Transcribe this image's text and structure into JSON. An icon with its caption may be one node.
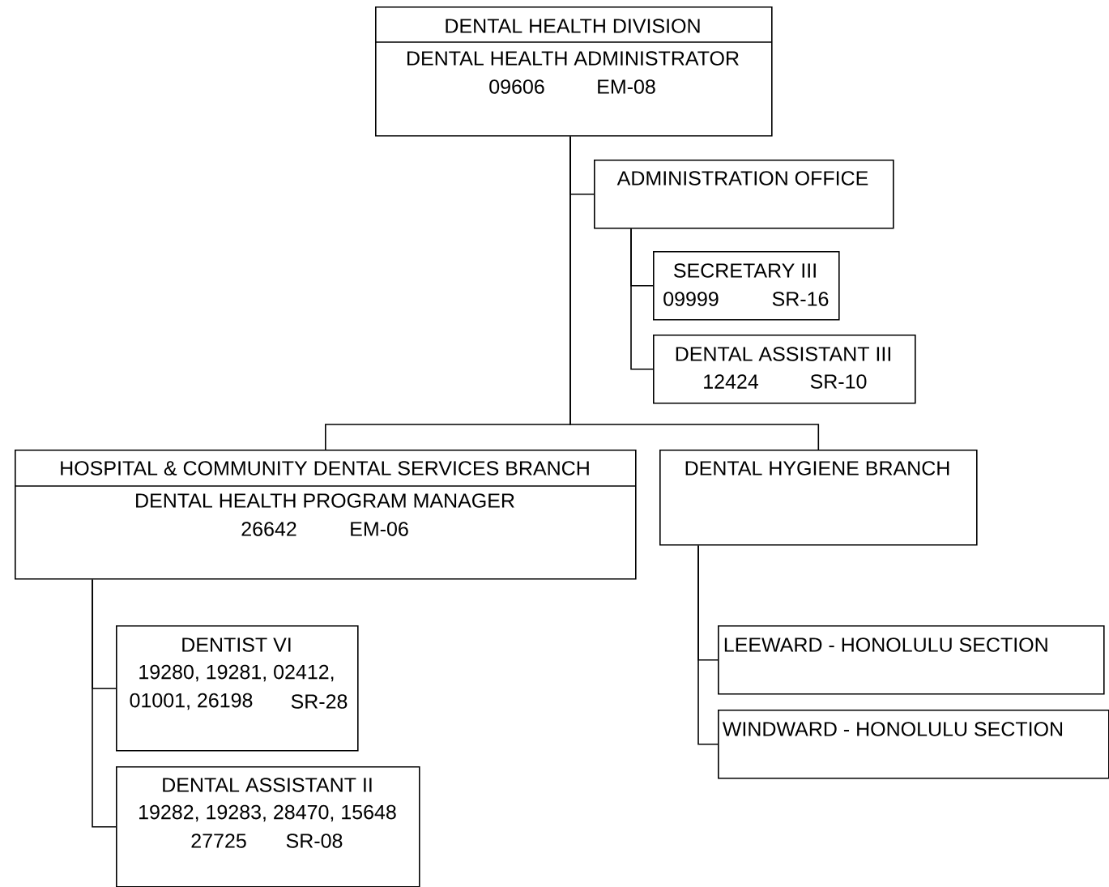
{
  "diagram": {
    "nodes": [
      {
        "text": [
          "DENTAL HEALTH DIVISION",
          "DENTAL HEALTH ADMINISTRATOR",
          "09606",
          "EM-08"
        ]
      },
      {
        "text": [
          "ADMINISTRATION OFFICE"
        ]
      },
      {
        "text": [
          "SECRETARY III",
          "09999",
          "SR-16"
        ]
      },
      {
        "text": [
          "DENTAL ASSISTANT III",
          "12424",
          "SR-10"
        ]
      },
      {
        "text": [
          "HOSPITAL & COMMUNITY DENTAL SERVICES BRANCH",
          "DENTAL HEALTH PROGRAM MANAGER",
          "26642",
          "EM-06"
        ]
      },
      {
        "text": [
          "DENTAL HYGIENE BRANCH"
        ]
      },
      {
        "text": [
          "DENTIST VI",
          "19280, 19281, 02412,",
          "01001, 26198",
          "SR-28"
        ]
      },
      {
        "text": [
          "DENTAL ASSISTANT II",
          "19282, 19283, 28470, 15648",
          "27725",
          "SR-08"
        ]
      },
      {
        "text": [
          "LEEWARD - HONOLULU SECTION"
        ]
      },
      {
        "text": [
          "WINDWARD - HONOLULU SECTION"
        ]
      }
    ],
    "edges": [
      {
        "from": 0,
        "to": 1,
        "arrow": "none"
      },
      {
        "from": 1,
        "to": 2,
        "arrow": "none"
      },
      {
        "from": 1,
        "to": 3,
        "arrow": "none"
      },
      {
        "from": 0,
        "to": 4,
        "arrow": "none"
      },
      {
        "from": 0,
        "to": 5,
        "arrow": "none"
      },
      {
        "from": 4,
        "to": 6,
        "arrow": "none"
      },
      {
        "from": 4,
        "to": 7,
        "arrow": "none"
      },
      {
        "from": 5,
        "to": 8,
        "arrow": "none"
      },
      {
        "from": 5,
        "to": 9,
        "arrow": "none"
      }
    ]
  }
}
